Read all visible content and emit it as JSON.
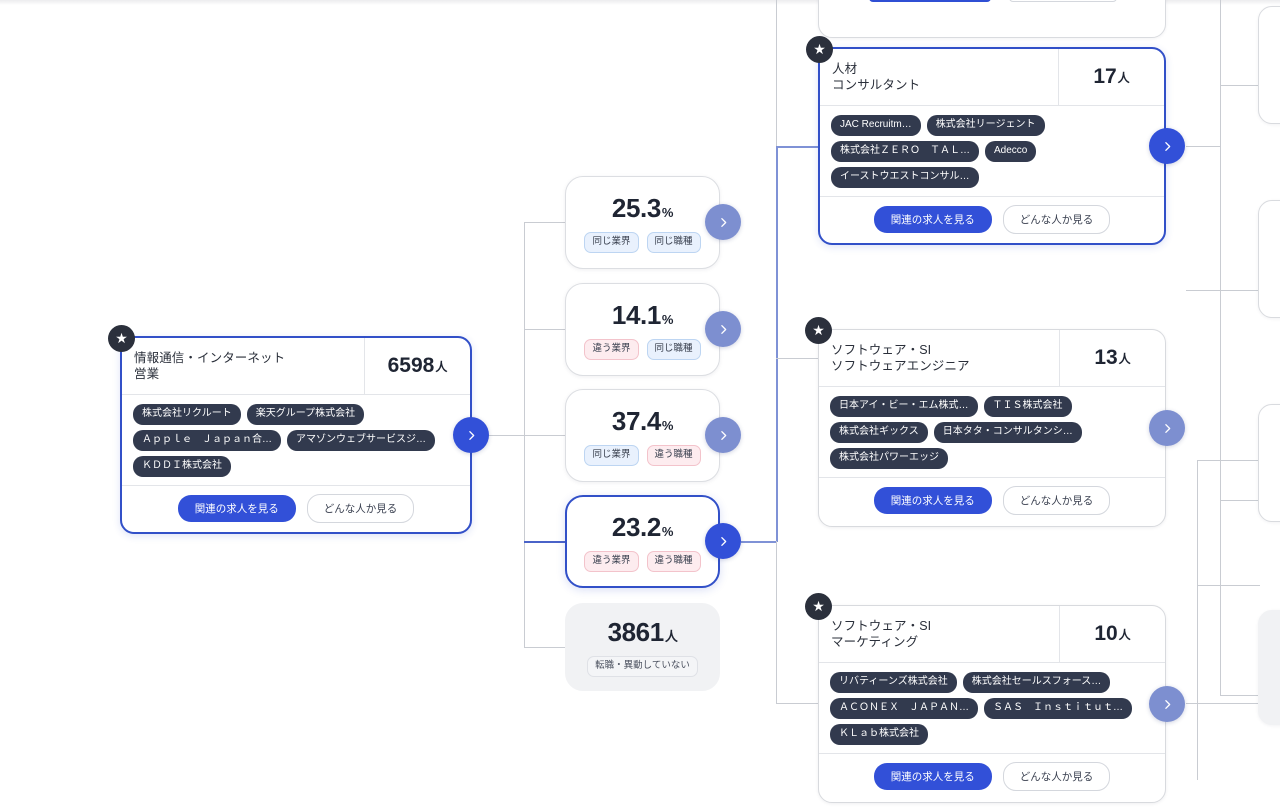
{
  "theme": {
    "accent": "#3250d8",
    "accent_muted": "#7d8fd0",
    "pill_dark": "#323a4e",
    "tag_same_bg": "#e9f1fd",
    "tag_diff_bg": "#fdecef",
    "line": "#c9ccd2",
    "background": "#ffffff"
  },
  "icons": {
    "star": "★",
    "chevron_right": "chevron-right-icon"
  },
  "root_card": {
    "industry": "情報通信・インターネット",
    "role": "営業",
    "count": "6598",
    "count_unit": "人",
    "companies": [
      "株式会社リクルート",
      "楽天グループ株式会社",
      "Ａｐｐｌｅ　Ｊａｐａｎ合…",
      "アマゾンウェブサービスジ…",
      "ＫＤＤＩ株式会社"
    ],
    "primary_button": "関連の求人を見る",
    "secondary_button": "どんな人か見る",
    "starred": true
  },
  "transition_cards": [
    {
      "value": "25.3",
      "unit": "%",
      "tags": [
        {
          "label": "同じ業界",
          "kind": "same"
        },
        {
          "label": "同じ職種",
          "kind": "same"
        }
      ],
      "selected": false
    },
    {
      "value": "14.1",
      "unit": "%",
      "tags": [
        {
          "label": "違う業界",
          "kind": "diff"
        },
        {
          "label": "同じ職種",
          "kind": "same"
        }
      ],
      "selected": false
    },
    {
      "value": "37.4",
      "unit": "%",
      "tags": [
        {
          "label": "同じ業界",
          "kind": "same"
        },
        {
          "label": "違う職種",
          "kind": "diff"
        }
      ],
      "selected": false
    },
    {
      "value": "23.2",
      "unit": "%",
      "tags": [
        {
          "label": "違う業界",
          "kind": "diff"
        },
        {
          "label": "違う職種",
          "kind": "diff"
        }
      ],
      "selected": true
    }
  ],
  "stay_card": {
    "value": "3861",
    "unit": "人",
    "tag": "転職・異動していない"
  },
  "result_cards": [
    {
      "industry": "人材",
      "role": "コンサルタント",
      "count": "17",
      "count_unit": "人",
      "companies": [
        "JAC Recruitm…",
        "株式会社リージェント",
        "株式会社ＺＥＲＯ　ＴＡＬ…",
        "Adecco",
        "イーストウエストコンサル…"
      ],
      "primary_button": "関連の求人を見る",
      "secondary_button": "どんな人か見る",
      "starred": true,
      "selected": true
    },
    {
      "industry": "ソフトウェア・SI",
      "role": "ソフトウェアエンジニア",
      "count": "13",
      "count_unit": "人",
      "companies": [
        "日本アイ・ビー・エム株式…",
        "ＴＩＳ株式会社",
        "株式会社ギックス",
        "日本タタ・コンサルタンシ…",
        "株式会社パワーエッジ"
      ],
      "primary_button": "関連の求人を見る",
      "secondary_button": "どんな人か見る",
      "starred": true,
      "selected": false
    },
    {
      "industry": "ソフトウェア・SI",
      "role": "マーケティング",
      "count": "10",
      "count_unit": "人",
      "companies": [
        "リバティーンズ株式会社",
        "株式会社セールスフォース…",
        "ＡＣＯＮＥＸ　ＪＡＰＡＮ…",
        "ＳＡＳ　Ｉｎｓｔｉｔｕｔ…",
        "ＫＬａｂ株式会社"
      ],
      "primary_button": "関連の求人を見る",
      "secondary_button": "どんな人か見る",
      "starred": true,
      "selected": false
    }
  ]
}
